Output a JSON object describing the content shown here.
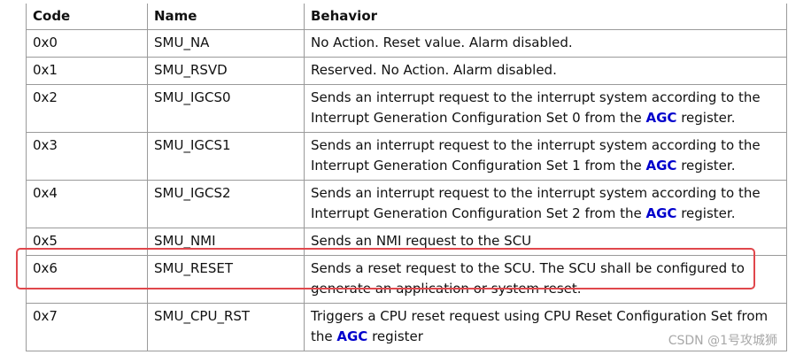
{
  "table": {
    "headers": [
      "Code",
      "Name",
      "Behavior"
    ],
    "rows": [
      {
        "code": "0x0",
        "name": "SMU_NA",
        "behavior": "No Action. Reset value. Alarm disabled."
      },
      {
        "code": "0x1",
        "name": "SMU_RSVD",
        "behavior": "Reserved. No Action. Alarm disabled."
      },
      {
        "code": "0x2",
        "name": "SMU_IGCS0",
        "behavior_pre": "Sends an interrupt request to the interrupt system according to the Interrupt Generation Configuration Set 0 from the ",
        "behavior_link": "AGC",
        "behavior_post": " register."
      },
      {
        "code": "0x3",
        "name": "SMU_IGCS1",
        "behavior_pre": "Sends an interrupt request to the interrupt system according to the Interrupt Generation Configuration Set 1 from the ",
        "behavior_link": "AGC",
        "behavior_post": " register."
      },
      {
        "code": "0x4",
        "name": "SMU_IGCS2",
        "behavior_pre": "Sends an interrupt request to the interrupt system according to the Interrupt Generation Configuration Set 2 from the ",
        "behavior_link": "AGC",
        "behavior_post": " register."
      },
      {
        "code": "0x5",
        "name": "SMU_NMI",
        "behavior": "Sends an NMI request to the SCU"
      },
      {
        "code": "0x6",
        "name": "SMU_RESET",
        "behavior": "Sends a reset request to the SCU. The SCU shall be configured to generate an application or system reset."
      },
      {
        "code": "0x7",
        "name": "SMU_CPU_RST",
        "behavior_pre": "Triggers a CPU reset request using CPU Reset Configuration Set from the ",
        "behavior_link": "AGC",
        "behavior_post": " register"
      }
    ]
  },
  "highlight_color": "#e0474c",
  "link_color": "#0000cc",
  "watermark": "CSDN @1号攻城狮"
}
